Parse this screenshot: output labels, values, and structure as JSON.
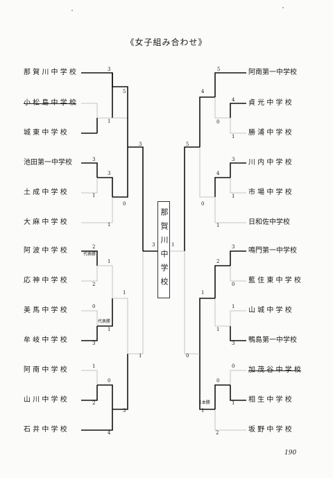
{
  "title": "《女子組み合わせ》",
  "page_number": "190",
  "champion": "那賀川中学校",
  "left_teams": [
    {
      "name": "那 賀 川 中 学 校",
      "strike": false
    },
    {
      "name": "小 松 島 中 学 校",
      "strike": true
    },
    {
      "name": "城 東 中 学 校",
      "strike": false
    },
    {
      "name": "池田第一中学校",
      "strike": false
    },
    {
      "name": "土 成 中 学 校",
      "strike": false
    },
    {
      "name": "大 麻 中 学 校",
      "strike": false
    },
    {
      "name": "阿 波 中 学 校",
      "strike": false
    },
    {
      "name": "応 神 中 学 校",
      "strike": false
    },
    {
      "name": "美 馬 中 学 校",
      "strike": false
    },
    {
      "name": "牟 岐 中 学 校",
      "strike": false
    },
    {
      "name": "阿 南 中 学 校",
      "strike": false
    },
    {
      "name": "山 川 中 学 校",
      "strike": false
    },
    {
      "name": "石 井 中 学 校",
      "strike": false
    }
  ],
  "right_teams": [
    {
      "name": "阿南第一中学校",
      "strike": false
    },
    {
      "name": "貞 光 中 学 校",
      "strike": false
    },
    {
      "name": "勝 浦 中 学 校",
      "strike": false
    },
    {
      "name": "川 内 中 学 校",
      "strike": false
    },
    {
      "name": "市 場 中 学 校",
      "strike": false
    },
    {
      "name": "日和佐中学校",
      "strike": false
    },
    {
      "name": "鳴門第一中学校",
      "strike": false
    },
    {
      "name": "藍 住 東 中 学 校",
      "strike": false
    },
    {
      "name": "山 城 中 学 校",
      "strike": false
    },
    {
      "name": "鴨島第一中学校",
      "strike": false
    },
    {
      "name": "加 茂 谷 中 学 校",
      "strike": true
    },
    {
      "name": "相 生 中 学 校",
      "strike": false
    },
    {
      "name": "坂 野 中 学 校",
      "strike": false
    }
  ],
  "scores": {
    "L1": "3",
    "L2": "1",
    "L3": "5",
    "L4": "3",
    "L5": "1",
    "L6": "3",
    "L7": "0",
    "L8": "1",
    "L9": "3",
    "L10": "2",
    "L11": "2",
    "L12": "1",
    "L13": "0",
    "L14": "3",
    "L15": "1",
    "L16": "1",
    "L17": "1",
    "L18": "2",
    "L19": "0",
    "L20": "4",
    "L21": "3",
    "L22": "1",
    "F1": "3",
    "F2": "1",
    "R1": "5",
    "R2": "4",
    "R3": "0",
    "R4": "4",
    "R5": "1",
    "R6": "3",
    "R7": "1",
    "R8": "4",
    "R9": "1",
    "R10": "0",
    "R11": "5",
    "R12": "0",
    "R13": "3",
    "R14": "0",
    "R15": "1",
    "R16": "3",
    "R17": "2",
    "R18": "1",
    "R19": "1",
    "R20": "0",
    "R21": "0",
    "R22": "1",
    "R23": "2",
    "R24": "1"
  },
  "notes": {
    "n1": "代表勝",
    "n2": "代表勝",
    "n3": "1本勝"
  }
}
